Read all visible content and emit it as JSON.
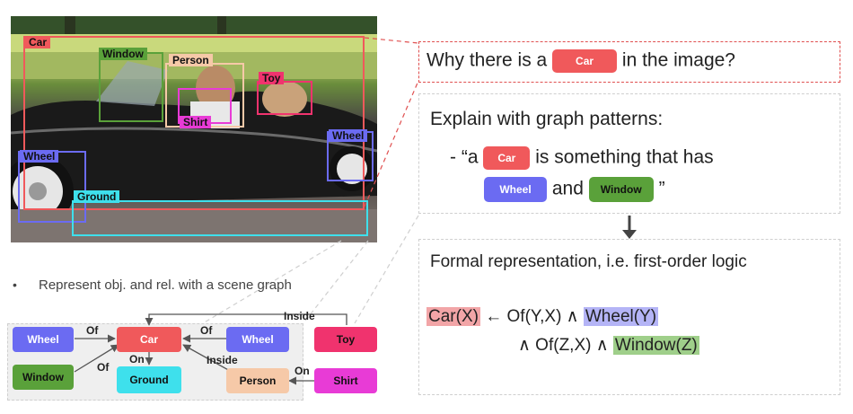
{
  "detections": {
    "car": "Car",
    "window": "Window",
    "person": "Person",
    "toy": "Toy",
    "shirt": "Shirt",
    "wheel": "Wheel",
    "ground": "Ground"
  },
  "caption": "Represent obj. and rel. with a scene graph",
  "graph": {
    "nodes": {
      "wheel1": "Wheel",
      "window": "Window",
      "car": "Car",
      "ground": "Ground",
      "wheel2": "Wheel",
      "person": "Person",
      "toy": "Toy",
      "shirt": "Shirt"
    },
    "edges": {
      "of1": "Of",
      "of2": "Of",
      "of3": "Of",
      "on1": "On",
      "on2": "On",
      "inside1": "Inside",
      "inside2": "Inside"
    }
  },
  "question": {
    "prefix": "Why there is a",
    "chip": "Car",
    "suffix": "in the image?"
  },
  "explain": {
    "heading": "Explain with graph patterns:",
    "line1_pre": "- “a",
    "line1_chip": "Car",
    "line1_post": "is something that has",
    "chip_wheel": "Wheel",
    "and": "and",
    "chip_window": "Window",
    "close": "”"
  },
  "formal": {
    "heading": "Formal representation, i.e. first-order logic",
    "t_car": "Car(X)",
    "t_arrow": "← Of(Y,X) ∧",
    "t_wheel": "Wheel(Y)",
    "t_and2": "∧ Of(Z,X) ∧",
    "t_window": "Window(Z)"
  },
  "colors": {
    "car": "#f0595b",
    "wheel": "#6b6bf2",
    "window": "#5aa13a",
    "toy": "#f0336e",
    "shirt": "#e83bd6",
    "ground": "#3ee0ec",
    "person": "#f6c9a8",
    "hl_car": "#f2a5a7",
    "hl_wheel": "#b4b4f6",
    "hl_window": "#9fcf8a"
  }
}
